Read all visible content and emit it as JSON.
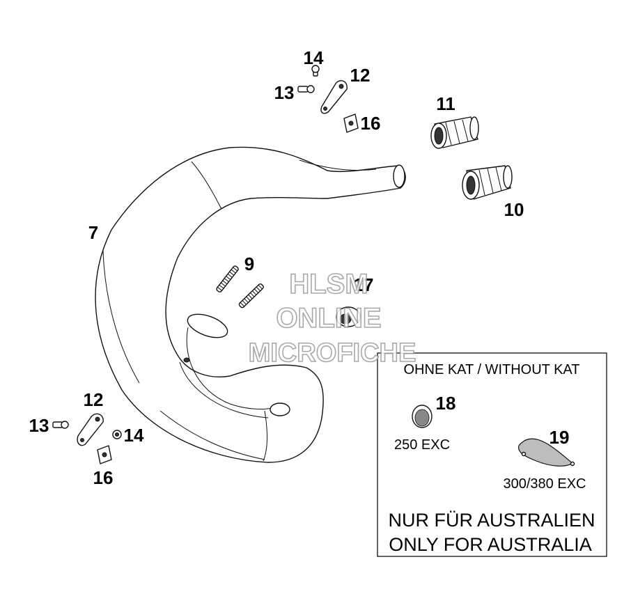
{
  "callouts": {
    "c7": "7",
    "c9": "9",
    "c10": "10",
    "c11": "11",
    "c12_top": "12",
    "c13_top": "13",
    "c14_top": "14",
    "c16_top": "16",
    "c12_bottom": "12",
    "c13_bottom": "13",
    "c14_bottom": "14",
    "c16_bottom": "16",
    "c17": "17",
    "c18": "18",
    "c19": "19"
  },
  "inset": {
    "heading": "OHNE KAT / WITHOUT KAT",
    "label_18": "250 EXC",
    "label_19": "300/380 EXC",
    "note_de": "NUR FÜR AUSTRALIEN",
    "note_en": "ONLY FOR AUSTRALIA"
  },
  "watermark": {
    "line1": "HLSM",
    "line2": "ONLINE",
    "line3": "MICROFICHE"
  }
}
